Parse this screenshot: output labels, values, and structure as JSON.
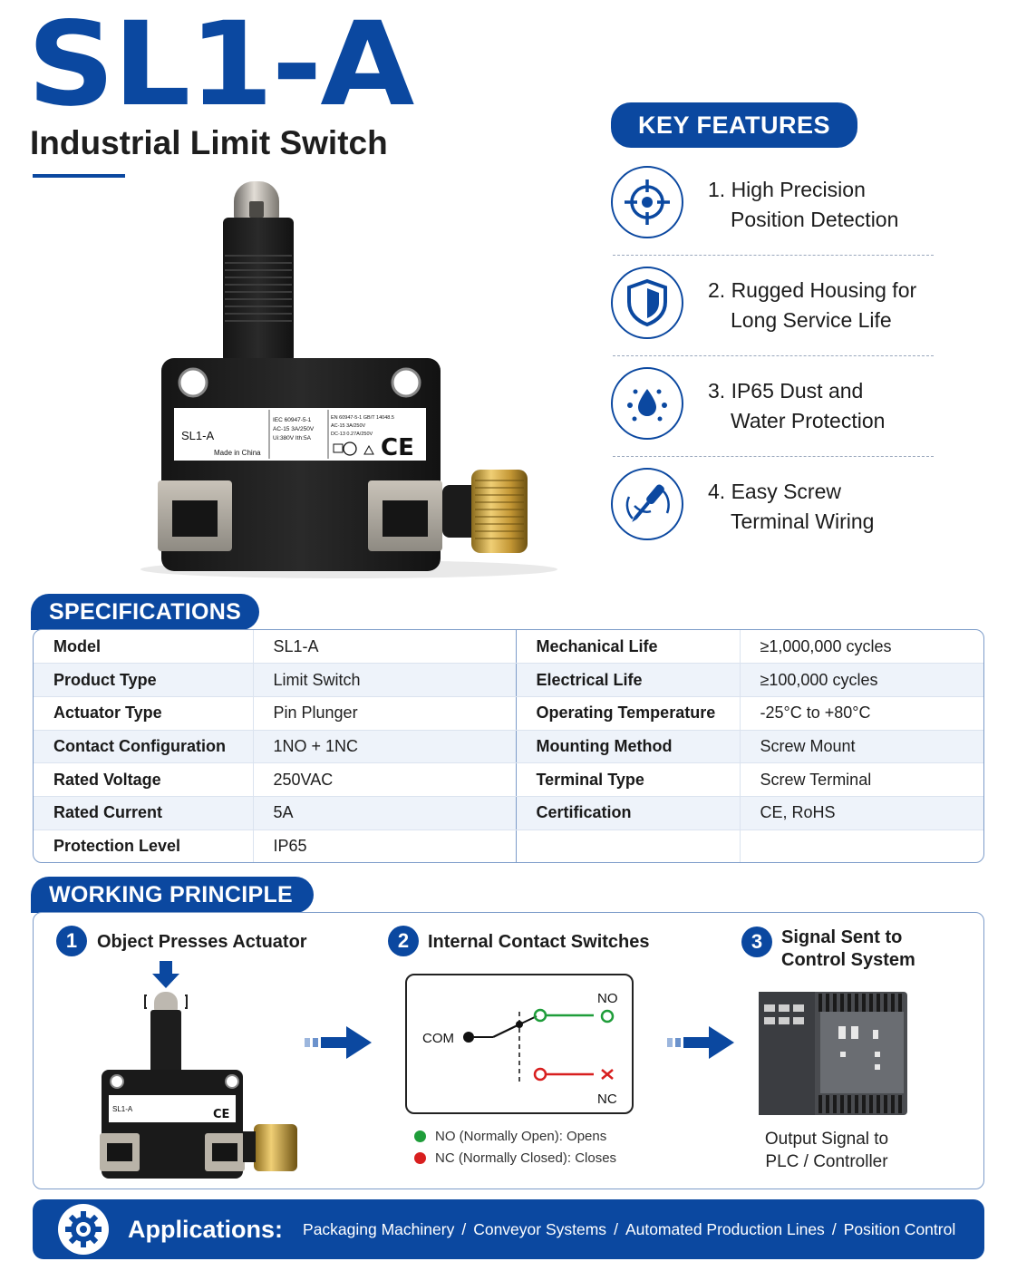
{
  "header": {
    "model": "SL1-A",
    "subtitle": "Industrial Limit Switch"
  },
  "product_label": {
    "model": "SL1-A",
    "origin": "Made in China",
    "cert_lines_1": [
      "IEC 60947-5-1",
      "AC-15 3A/250V",
      "Ui:380V   Ith:5A"
    ],
    "cert_lines_2": [
      "EN 60947-5-1  GB/T 14048.5",
      "AC-15 3A/250V",
      "DC-13 0.27A/250V"
    ],
    "ce_mark": "CE"
  },
  "key_features": {
    "title": "KEY FEATURES",
    "items": [
      {
        "line1": "1. High Precision",
        "line2": "Position Detection",
        "icon": "crosshair-icon"
      },
      {
        "line1": "2. Rugged Housing for",
        "line2": "Long Service Life",
        "icon": "shield-icon"
      },
      {
        "line1": "3. IP65 Dust and",
        "line2": "Water Protection",
        "icon": "water-drop-icon"
      },
      {
        "line1": "4. Easy Screw",
        "line2": "Terminal Wiring",
        "icon": "screwdriver-icon"
      }
    ]
  },
  "specifications": {
    "title": "SPECIFICATIONS",
    "rows": [
      {
        "k1": "Model",
        "v1": "SL1-A",
        "k2": "Mechanical Life",
        "v2": "≥1,000,000 cycles"
      },
      {
        "k1": "Product Type",
        "v1": "Limit Switch",
        "k2": "Electrical Life",
        "v2": "≥100,000 cycles"
      },
      {
        "k1": "Actuator Type",
        "v1": "Pin Plunger",
        "k2": "Operating Temperature",
        "v2": "-25°C to +80°C"
      },
      {
        "k1": "Contact Configuration",
        "v1": "1NO + 1NC",
        "k2": "Mounting Method",
        "v2": "Screw Mount"
      },
      {
        "k1": "Rated Voltage",
        "v1": "250VAC",
        "k2": "Terminal Type",
        "v2": "Screw Terminal"
      },
      {
        "k1": "Rated Current",
        "v1": "5A",
        "k2": "Certification",
        "v2": "CE, RoHS"
      },
      {
        "k1": "Protection Level",
        "v1": "IP65",
        "k2": "",
        "v2": ""
      }
    ]
  },
  "working_principle": {
    "title": "WORKING PRINCIPLE",
    "steps": [
      {
        "num": "1",
        "title": "Object Presses Actuator"
      },
      {
        "num": "2",
        "title": "Internal Contact Switches"
      },
      {
        "num": "3",
        "title_line1": "Signal Sent to",
        "title_line2": "Control System"
      }
    ],
    "circuit": {
      "com": "COM",
      "no": "NO",
      "nc": "NC"
    },
    "legend": [
      {
        "text": "NO (Normally Open): Opens",
        "color": "#1f9d3a"
      },
      {
        "text": "NC (Normally Closed): Closes",
        "color": "#d81f1f"
      }
    ],
    "output_line1": "Output Signal to",
    "output_line2": "PLC / Controller"
  },
  "applications": {
    "label": "Applications:",
    "items": [
      "Packaging Machinery",
      "Conveyor Systems",
      "Automated Production Lines",
      "Position Control"
    ],
    "separator": "/"
  },
  "colors": {
    "brand_blue": "#0b48a0",
    "border_blue": "#7d9cc9",
    "no_green": "#1f9d3a",
    "nc_red": "#d81f1f"
  }
}
